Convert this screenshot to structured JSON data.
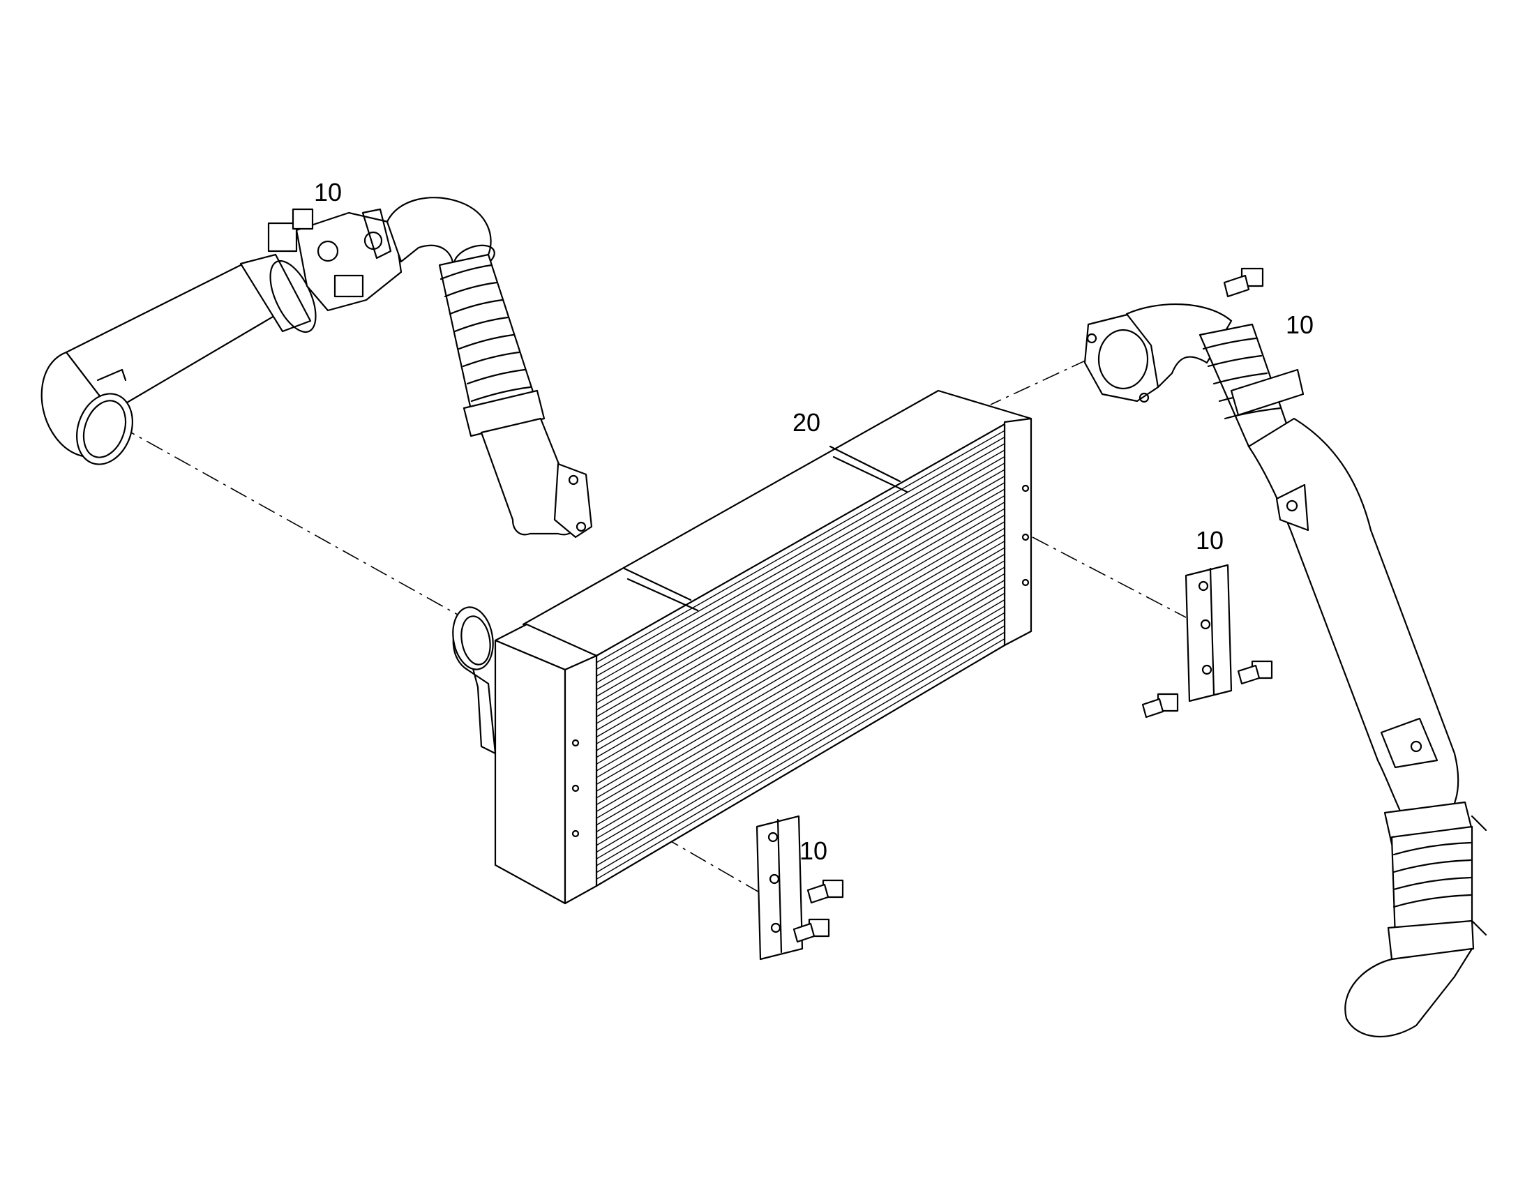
{
  "callouts": {
    "hose_upper_left": "10",
    "hose_upper_right": "10",
    "intercooler": "20",
    "bracket_right": "10",
    "bracket_lower": "10"
  }
}
